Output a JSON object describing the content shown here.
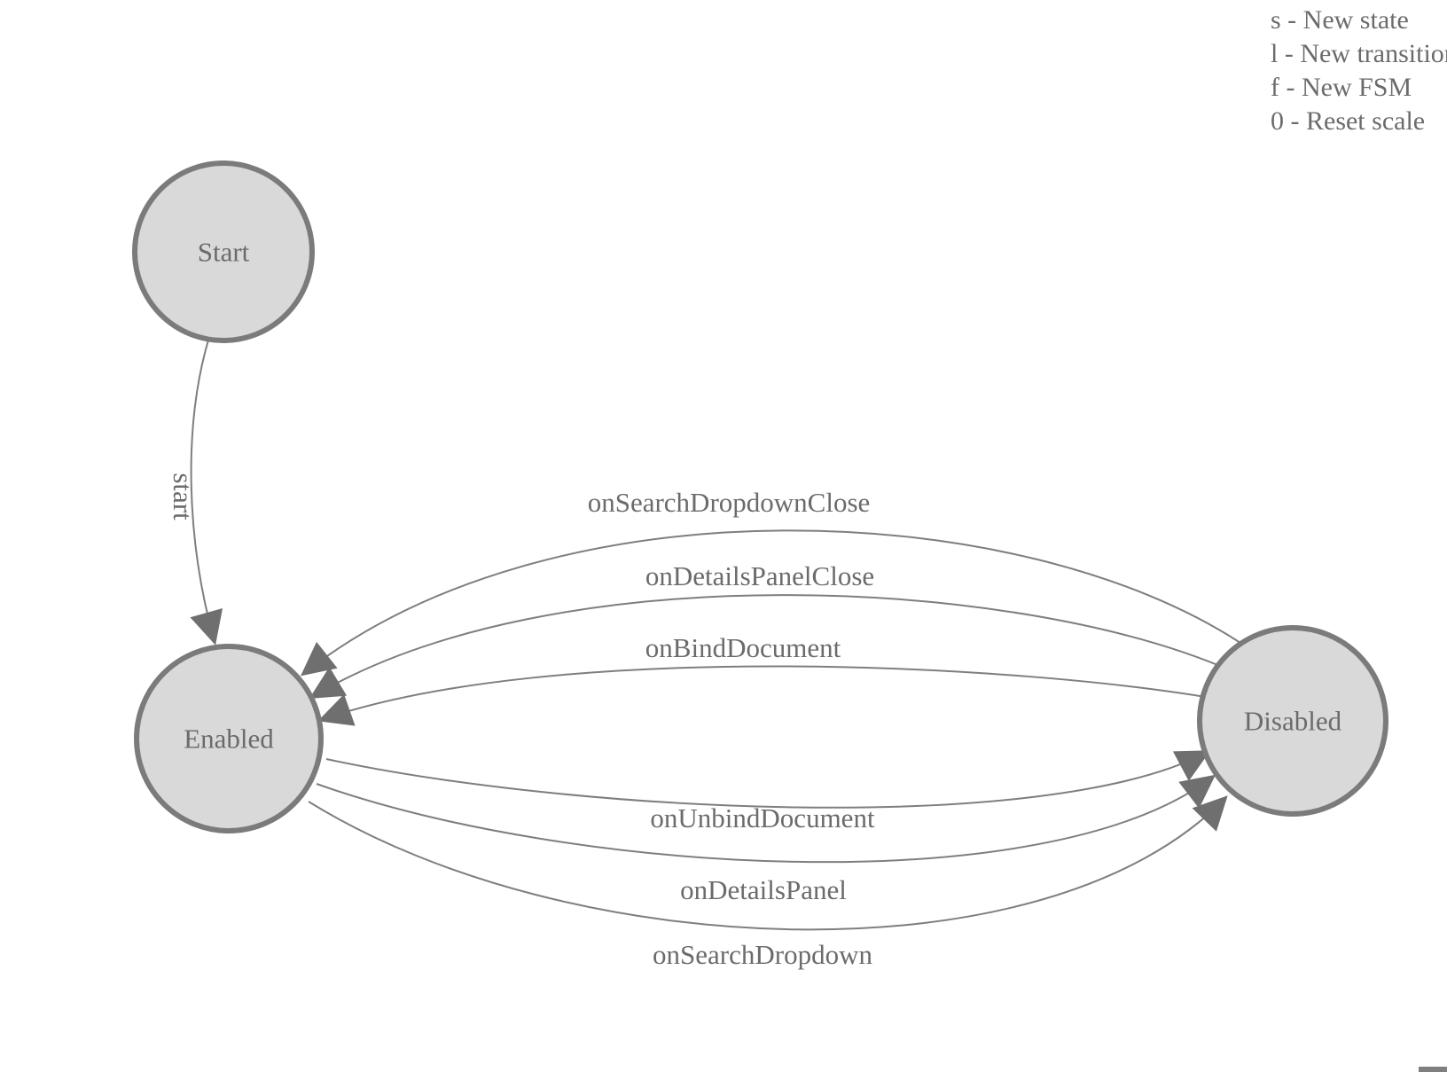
{
  "colors": {
    "node_fill": "#d9d9d9",
    "node_border": "#7b7b7b",
    "edge": "#7e7e7e",
    "arrow": "#6f6f6f",
    "text": "#6b6b6b"
  },
  "fsm": {
    "nodes": [
      {
        "id": "start",
        "label": "Start"
      },
      {
        "id": "enabled",
        "label": "Enabled"
      },
      {
        "id": "disabled",
        "label": "Disabled"
      }
    ],
    "edges": [
      {
        "from": "start",
        "to": "enabled",
        "label": "start"
      },
      {
        "from": "disabled",
        "to": "enabled",
        "label": "onSearchDropdownClose"
      },
      {
        "from": "disabled",
        "to": "enabled",
        "label": "onDetailsPanelClose"
      },
      {
        "from": "disabled",
        "to": "enabled",
        "label": "onBindDocument"
      },
      {
        "from": "enabled",
        "to": "disabled",
        "label": "onUnbindDocument"
      },
      {
        "from": "enabled",
        "to": "disabled",
        "label": "onDetailsPanel"
      },
      {
        "from": "enabled",
        "to": "disabled",
        "label": "onSearchDropdown"
      }
    ]
  },
  "legend": {
    "lines": [
      "s - New state",
      "l - New transition",
      "f - New FSM",
      "0 - Reset scale"
    ]
  }
}
